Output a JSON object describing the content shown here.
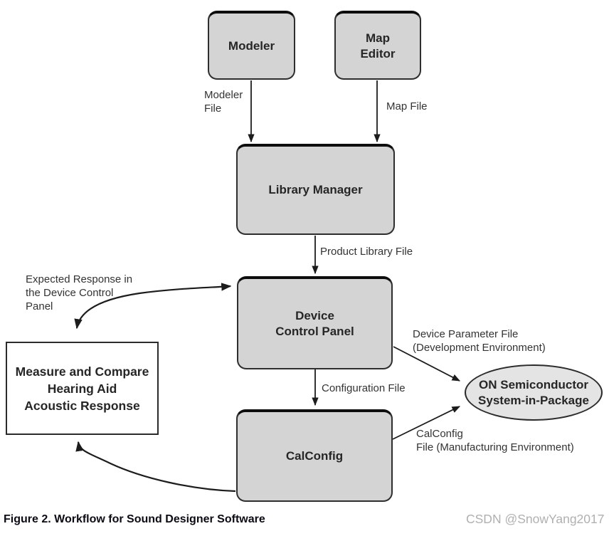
{
  "nodes": {
    "modeler": {
      "label": "Modeler"
    },
    "map_editor": {
      "label": "Map\nEditor"
    },
    "library_manager": {
      "label": "Library Manager"
    },
    "device_control_panel": {
      "label": "Device\nControl Panel"
    },
    "calconfig": {
      "label": "CalConfig"
    },
    "measure_compare": {
      "label": "Measure and Compare\nHearing Aid\nAcoustic Response"
    },
    "on_semiconductor": {
      "label": "ON Semiconductor\nSystem-in-Package"
    }
  },
  "edge_labels": {
    "modeler_file": "Modeler\nFile",
    "map_file": "Map File",
    "product_library_file": "Product Library File",
    "configuration_file": "Configuration File",
    "device_parameter_file": "Device Parameter File\n(Development Environment)",
    "calconfig_file": "CalConfig\nFile (Manufacturing Environment)",
    "expected_response": "Expected Response in\nthe Device Control\nPanel"
  },
  "caption": "Figure 2. Workflow for Sound Designer Software",
  "watermark": "CSDN @SnowYang2017",
  "colors": {
    "box_fill": "#d4d4d4",
    "ellipse_fill": "#e4e4e4",
    "box_border": "#2e2e2e",
    "arrow_line": "#1c1c1c",
    "label_text": "#333333",
    "watermark_text": "#b0b0b0"
  }
}
